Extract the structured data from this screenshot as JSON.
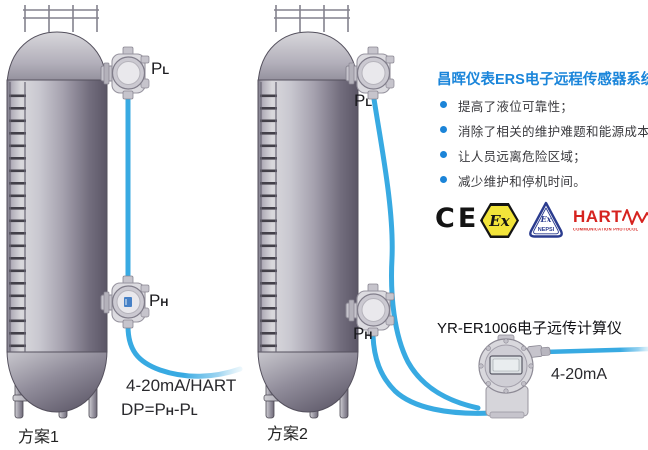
{
  "schemes": {
    "s1": {
      "name": "方案1",
      "pl": "P",
      "pl_sub": "L",
      "ph": "P",
      "ph_sub": "H",
      "signal": "4-20mA/HART",
      "dp_p1": "DP=P",
      "dp_s1": "H",
      "dp_p2": "-P",
      "dp_s2": "L"
    },
    "s2": {
      "name": "方案2",
      "pl": "P",
      "pl_sub": "L",
      "ph": "P",
      "ph_sub": "H"
    }
  },
  "computer": {
    "title": "YR-ER1006电子远传计算仪",
    "signal": "4-20mA"
  },
  "info": {
    "title": "昌晖仪表ERS电子远程传感器系统",
    "title_color": "#1a85da",
    "bullets": [
      "提高了液位可靠性；",
      "消除了相关的维护难题和能源成本；",
      "让人员远离危险区域；",
      "减少维护和停机时间。"
    ]
  },
  "certs": {
    "ce": "CE",
    "atex": "Ex",
    "nepsi_ex": "Ex",
    "nepsi_name": "NEPSI",
    "hart": "HART",
    "hart_sub": "COMMUNICATION PROTOCOL"
  },
  "colors": {
    "cable_blue": "#38aae2",
    "hart_red": "#d6231f",
    "atex_yellow": "#f2e43a",
    "nepsi_blue": "#2b3c8f"
  }
}
